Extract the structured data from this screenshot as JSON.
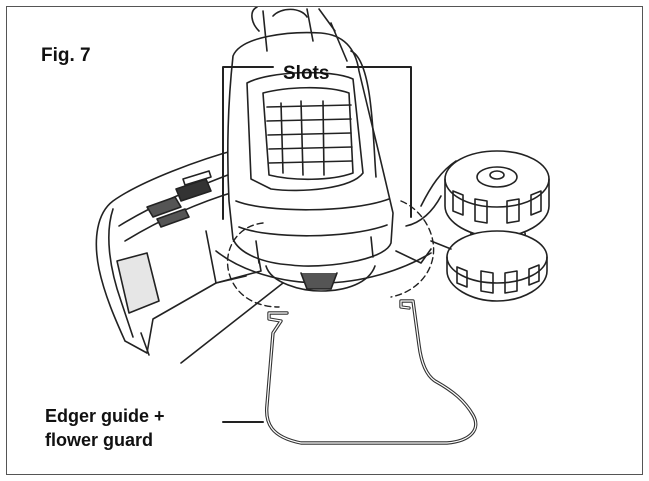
{
  "figure": {
    "label": "Fig. 7",
    "callouts": {
      "slots": "Slots",
      "edger_line1": "Edger guide +",
      "edger_line2": "flower guard"
    }
  },
  "colors": {
    "line": "#222222",
    "shade": "#555555",
    "dark": "#333333",
    "light": "#e6e6e6"
  }
}
